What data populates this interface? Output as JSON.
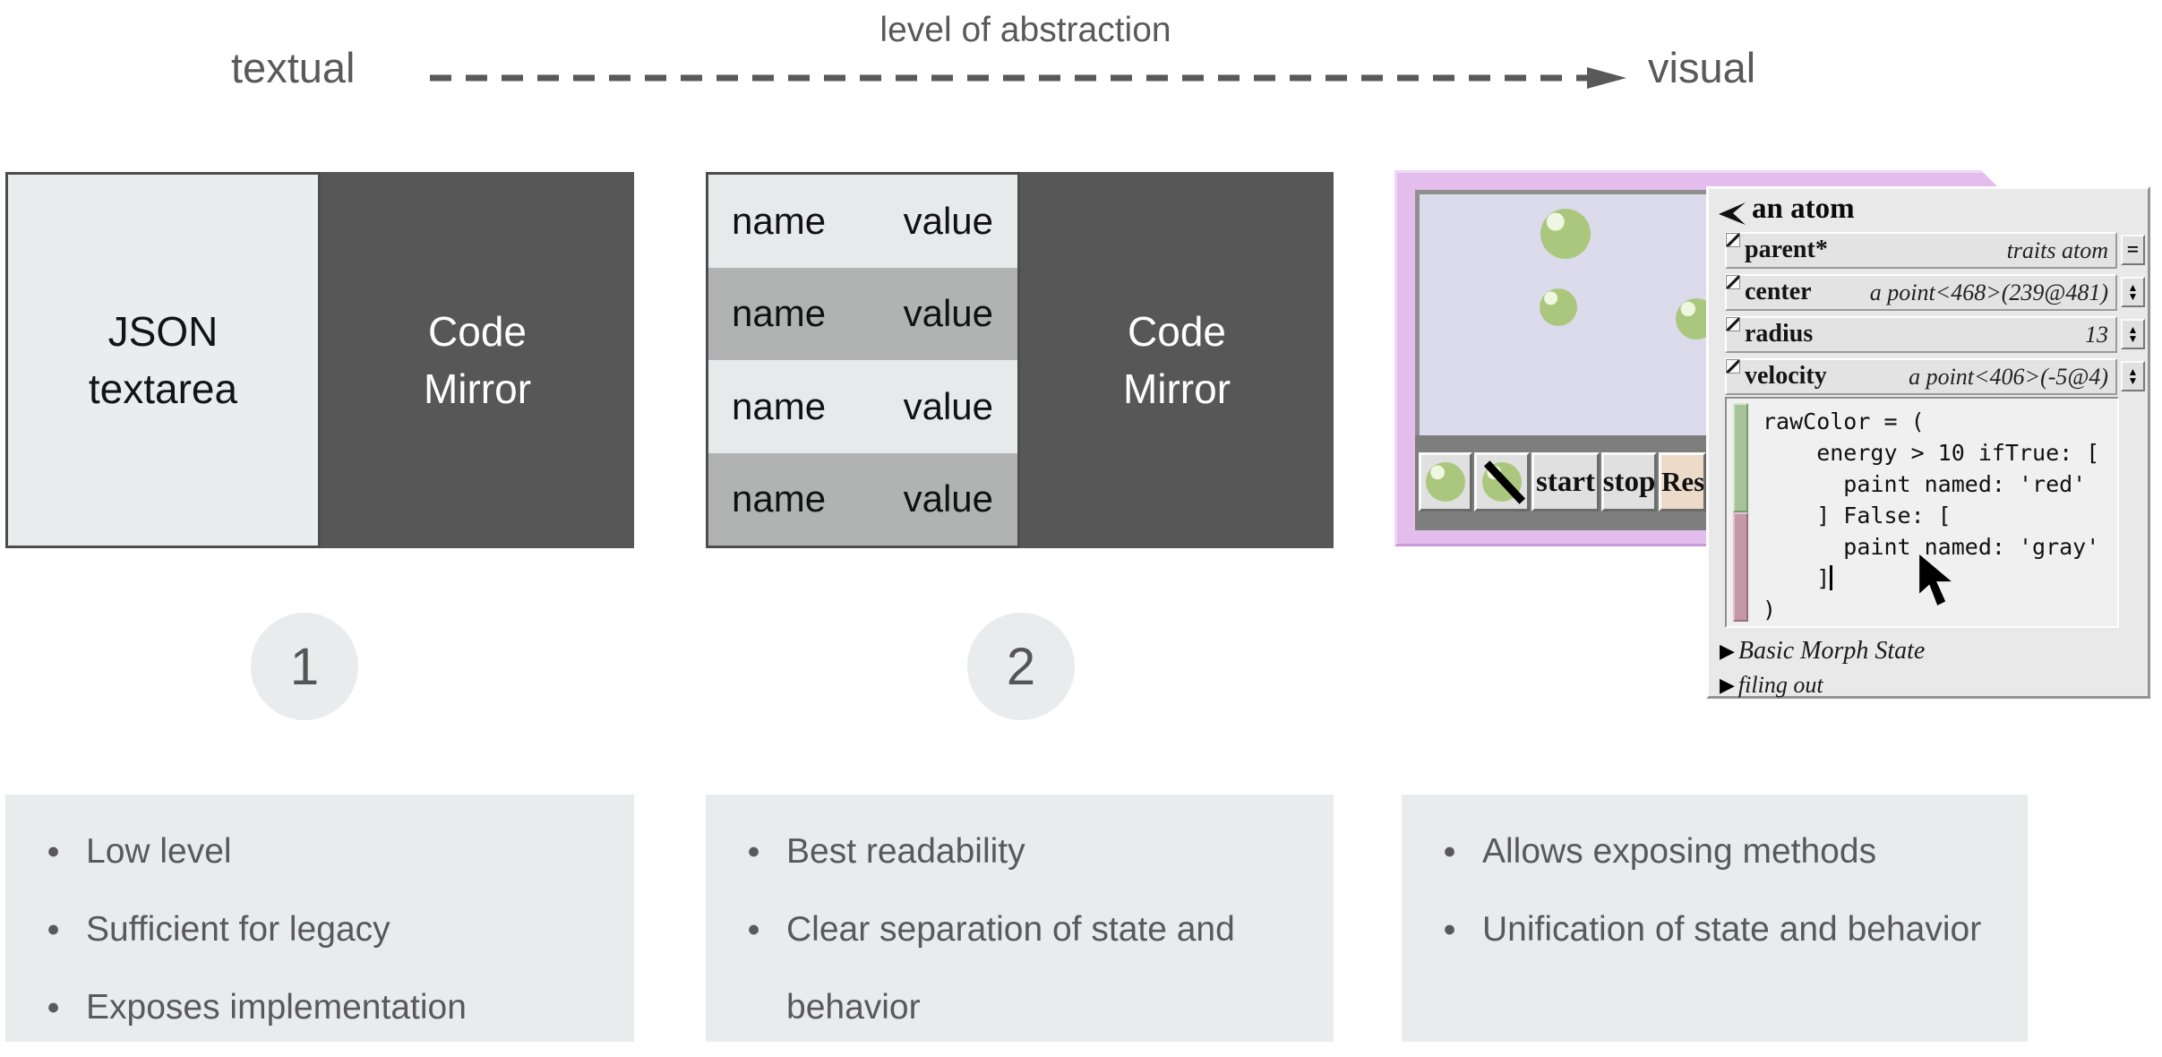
{
  "slide": {
    "spectrum": {
      "left": "textual",
      "center": "level of abstraction",
      "right": "visual"
    },
    "option1": {
      "left_panel": "JSON textarea",
      "right_panel": "Code Mirror",
      "badge": "1",
      "bullets": [
        "Low level",
        "Sufficient for legacy",
        "Exposes implementation"
      ]
    },
    "option2": {
      "table_rows": [
        {
          "name": "name",
          "value": "value"
        },
        {
          "name": "name",
          "value": "value"
        },
        {
          "name": "name",
          "value": "value"
        },
        {
          "name": "name",
          "value": "value"
        }
      ],
      "right_panel": "Code Mirror",
      "badge": "2",
      "bullets": [
        "Best readability",
        "Clear separation of state and behavior"
      ]
    },
    "option3": {
      "bullets": [
        "Allows exposing methods",
        "Unification of state and behavior"
      ]
    }
  },
  "squeak": {
    "toolbar": {
      "start_label": "start",
      "stop_label": "stop",
      "reset_label": "Resi"
    },
    "inspector": {
      "title": "an atom",
      "rows": [
        {
          "name": "parent*",
          "value": "traits atom",
          "button": "="
        },
        {
          "name": "center",
          "value": "a point<468>(239@481)"
        },
        {
          "name": "radius",
          "value": "13"
        },
        {
          "name": "velocity",
          "value": "a point<406>(-5@4)"
        }
      ],
      "code_lines": [
        "rawColor = (",
        "    energy > 10 ifTrue: [",
        "      paint named: 'red'",
        "    ] False: [",
        "      paint named: 'gray'",
        "    ]",
        ")"
      ],
      "sections": [
        "Basic Morph State",
        "filing out"
      ]
    }
  },
  "icons": {
    "bullet": "●",
    "expander": "▶",
    "stepper_up": "▲",
    "stepper_down": "▼"
  },
  "colors": {
    "text_gray": "#595959",
    "panel_dark": "#575757",
    "panel_light": "#e9edee",
    "table_alt": "#b1b3b3",
    "list_bg": "#e8eced",
    "badge_bg": "#e9eced",
    "purple_frame": "#e3beec",
    "arena_lavender": "#dcdbec",
    "atom_green": "#abc77d",
    "toolbar_gray": "#7e7e7e",
    "button_beige": "#eddbc9",
    "scroll_green": "#a6c39a",
    "scroll_mauve": "#c598a6"
  }
}
